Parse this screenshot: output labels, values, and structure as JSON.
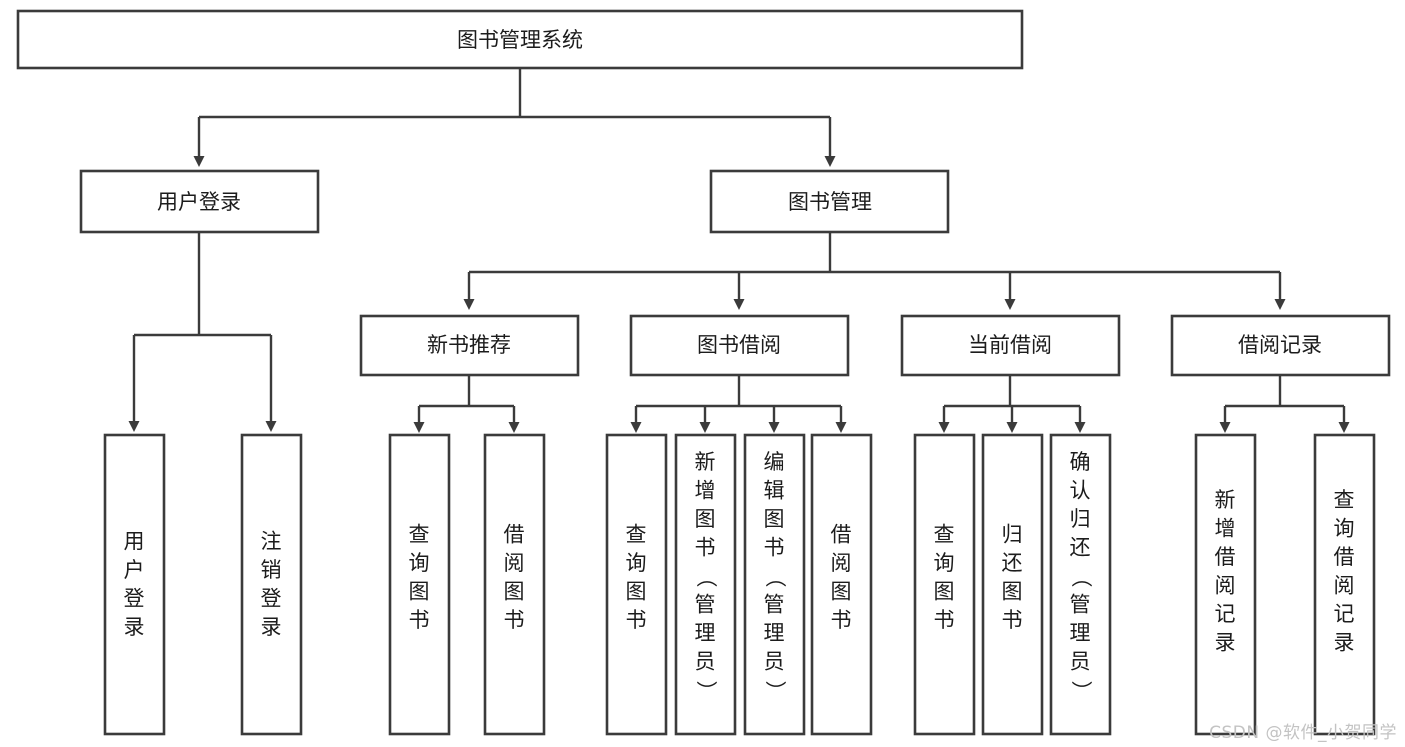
{
  "diagram": {
    "title": "图书管理系统",
    "type": "tree-hierarchy",
    "background_color": "#ffffff",
    "stroke_color": "#3b3b3b",
    "text_color": "#1c1c1c",
    "root": {
      "label": "图书管理系统"
    },
    "level1": [
      {
        "label": "用户登录"
      },
      {
        "label": "图书管理"
      }
    ],
    "level2": [
      {
        "label": "新书推荐",
        "parent": "图书管理"
      },
      {
        "label": "图书借阅",
        "parent": "图书管理"
      },
      {
        "label": "当前借阅",
        "parent": "图书管理"
      },
      {
        "label": "借阅记录",
        "parent": "图书管理"
      }
    ],
    "leaves": {
      "user_login": [
        {
          "label": "用户登录"
        },
        {
          "label": "注销登录"
        }
      ],
      "new_book": [
        {
          "label": "查询图书"
        },
        {
          "label": "借阅图书"
        }
      ],
      "book_borrow": [
        {
          "label": "查询图书"
        },
        {
          "label": "新增图书（管理员）"
        },
        {
          "label": "编辑图书（管理员）"
        },
        {
          "label": "借阅图书"
        }
      ],
      "current_borrow": [
        {
          "label": "查询图书"
        },
        {
          "label": "归还图书"
        },
        {
          "label": "确认归还（管理员）"
        }
      ],
      "borrow_record": [
        {
          "label": "新增借阅记录"
        },
        {
          "label": "查询借阅记录"
        }
      ]
    }
  },
  "watermark": {
    "text": "CSDN @软件_小贺同学",
    "color": "#c3c3c3"
  }
}
